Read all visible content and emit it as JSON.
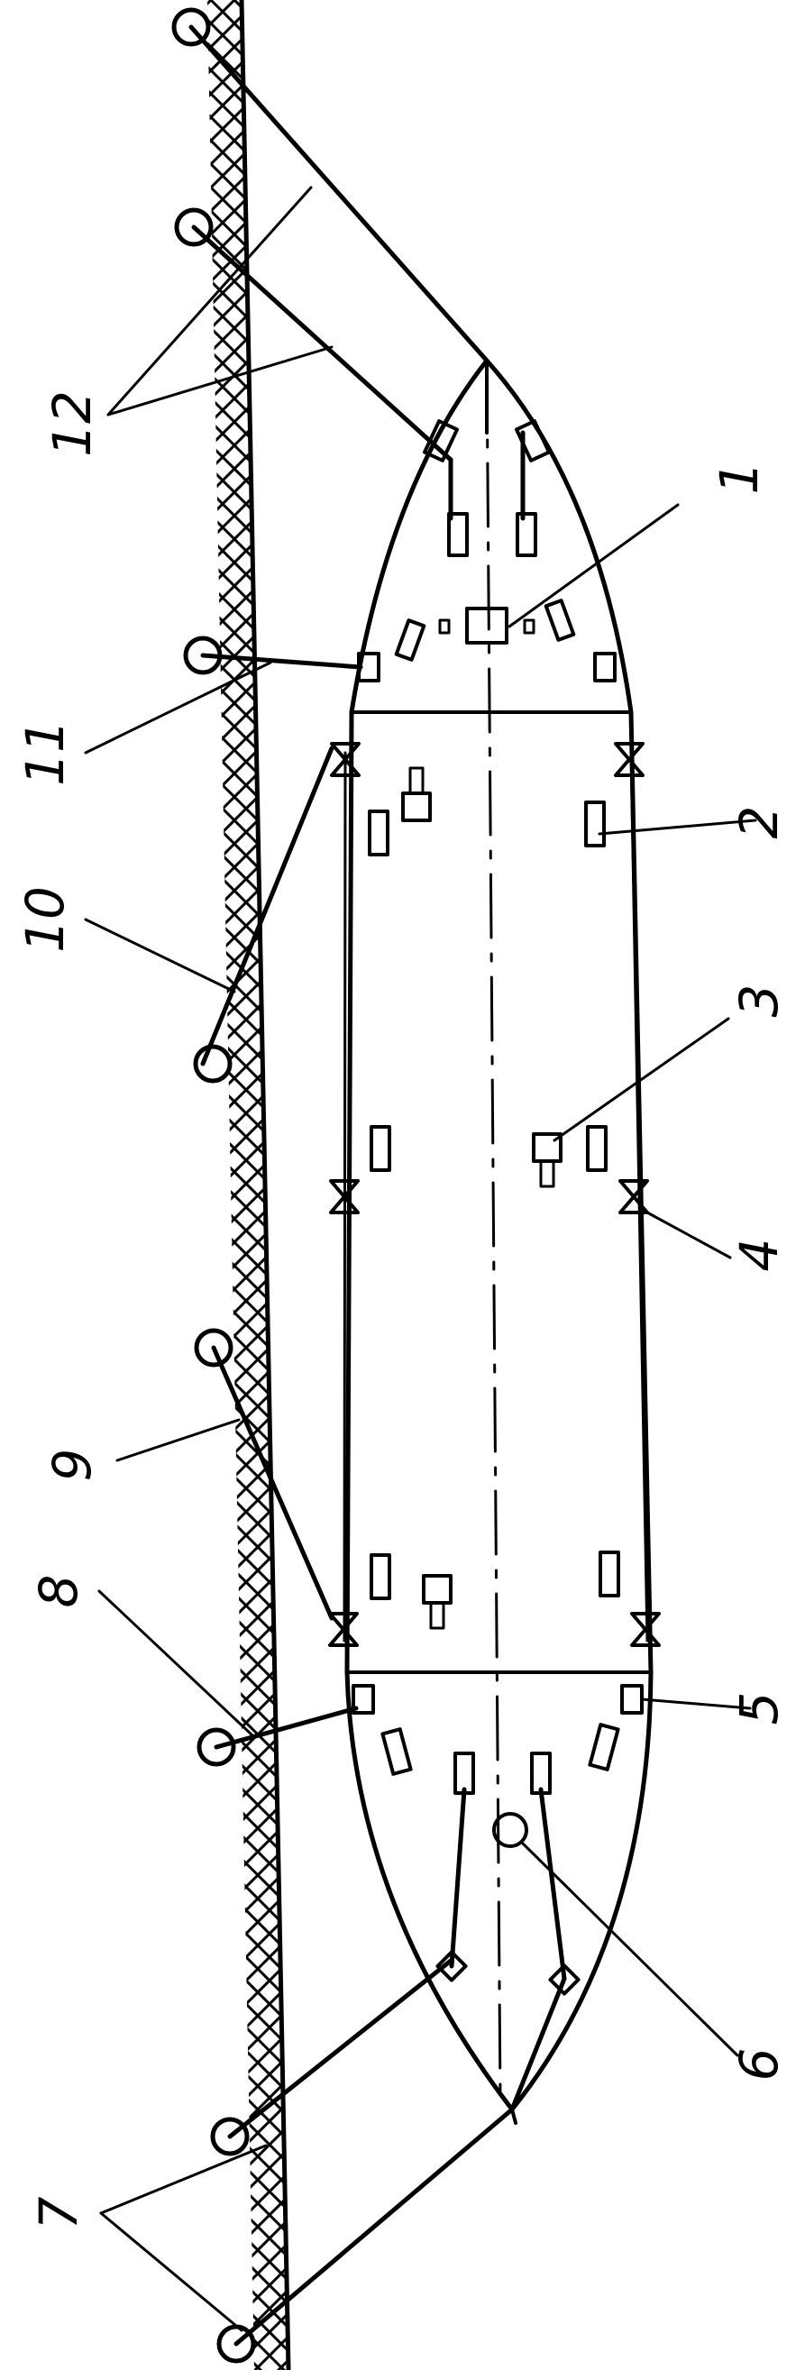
{
  "callouts": {
    "c1": "1",
    "c2": "2",
    "c3": "3",
    "c4": "4",
    "c5": "5",
    "c6": "6",
    "c7": "7",
    "c8": "8",
    "c9": "9",
    "c10": "10",
    "c11": "11",
    "c12": "12"
  },
  "colors": {
    "line": "#000000",
    "background": "#ffffff"
  }
}
